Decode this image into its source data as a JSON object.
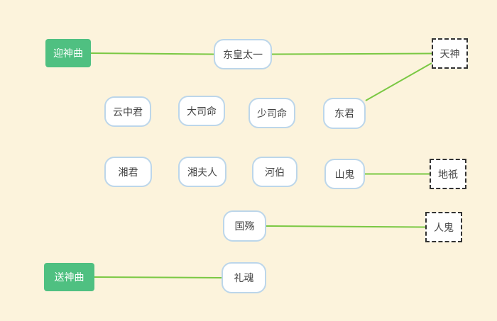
{
  "diagram": {
    "colors": {
      "background": "#fcf3dc",
      "edge": "#7ac843",
      "head_fill": "#4fc081",
      "pill_border": "#bcd6ea",
      "box_border": "#333333"
    },
    "nodes": {
      "yingshenqu": "迎神曲",
      "donghuangtaiyi": "东皇太一",
      "tianshen": "天神",
      "yunzhongjun": "云中君",
      "dasiming": "大司命",
      "shaosiming": "少司命",
      "dongjun": "东君",
      "xiangjun": "湘君",
      "xiangfuren": "湘夫人",
      "hebo": "河伯",
      "shangui": "山鬼",
      "diqi": "地祇",
      "guoshang": "国殇",
      "rengui": "人鬼",
      "songshenqu": "送神曲",
      "hun": "礼魂"
    },
    "edges": [
      [
        "yingshenqu",
        "donghuangtaiyi"
      ],
      [
        "donghuangtaiyi",
        "tianshen"
      ],
      [
        "dongjun",
        "tianshen"
      ],
      [
        "shangui",
        "diqi"
      ],
      [
        "guoshang",
        "rengui"
      ],
      [
        "songshenqu",
        "hun"
      ]
    ]
  }
}
